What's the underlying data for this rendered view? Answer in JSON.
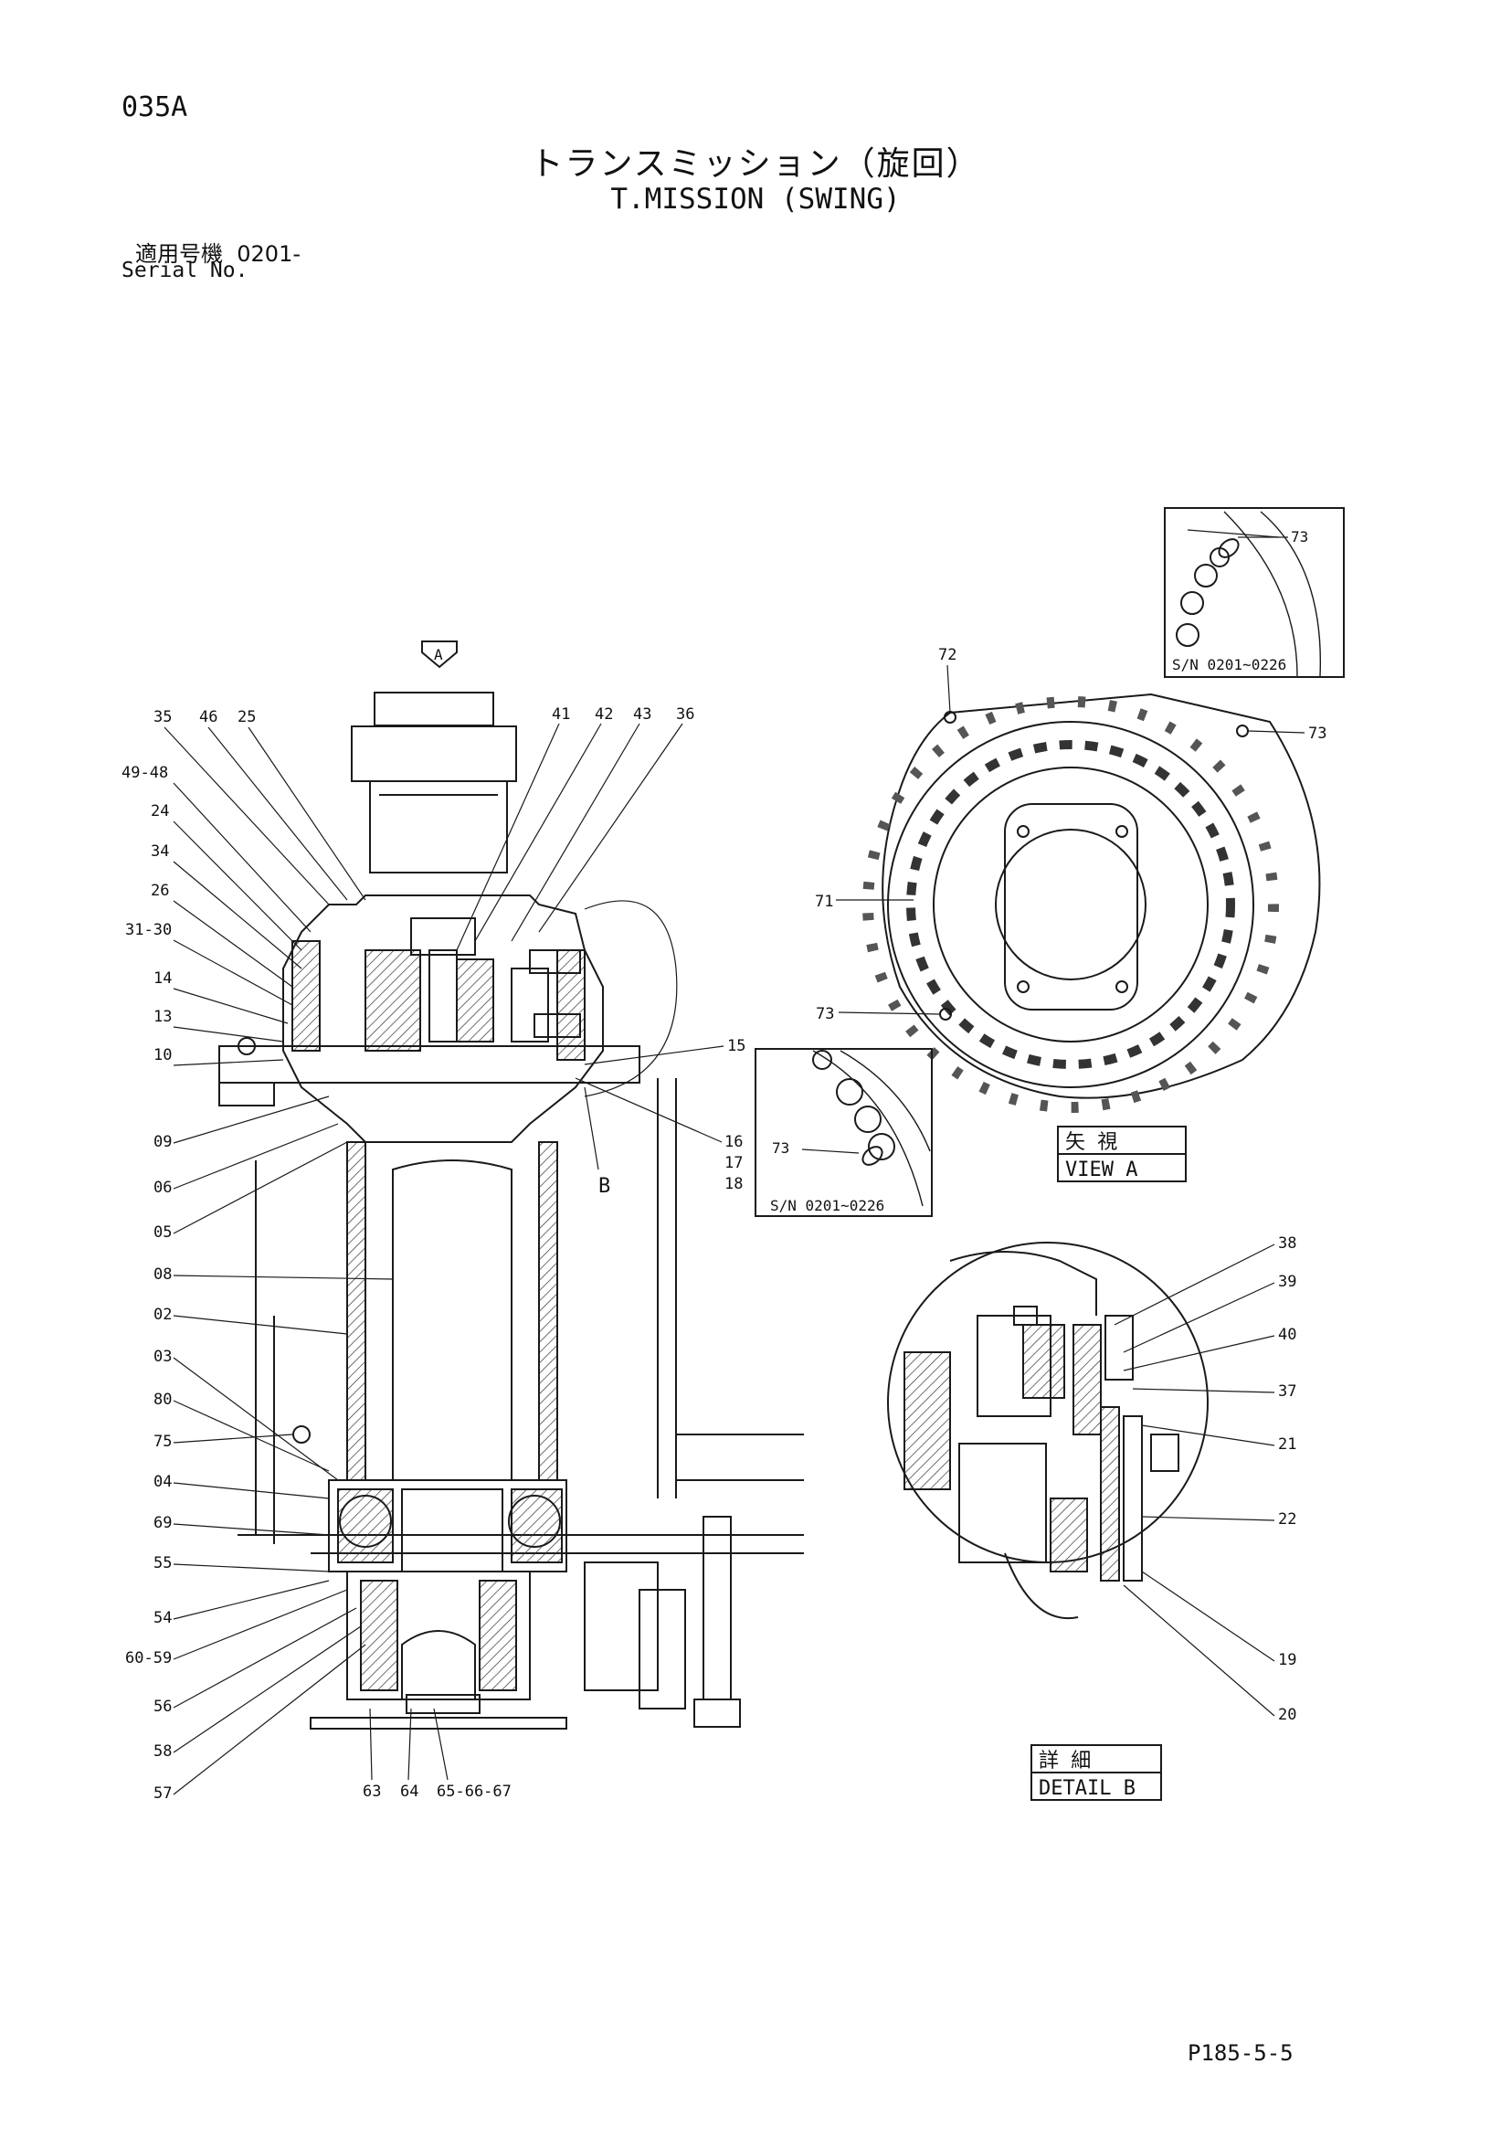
{
  "header": {
    "page_id": "035A",
    "title_jp": "トランスミッション（旋回）",
    "title_en": "T.MISSION (SWING)",
    "serial_label_jp": "適用号機",
    "serial_range": "0201-",
    "serial_label_en": "Serial No."
  },
  "view_a_ref": "A",
  "callouts_left": [
    "35",
    "46",
    "25",
    "49-48",
    "24",
    "34",
    "26",
    "31-30",
    "14",
    "13",
    "10",
    "09",
    "06",
    "05",
    "08",
    "02",
    "03",
    "80",
    "75",
    "04",
    "69",
    "55",
    "54",
    "60-59",
    "56",
    "58",
    "57"
  ],
  "callouts_top": [
    "41",
    "42",
    "43",
    "36"
  ],
  "callouts_bottom": [
    "63",
    "64",
    "65-66-67"
  ],
  "callouts_right": [
    "15",
    "16",
    "17",
    "18"
  ],
  "detail_b_marker": "B",
  "view_a": {
    "labels": [
      "72",
      "73",
      "71",
      "73"
    ],
    "caption_jp": "矢 視",
    "caption_en": "VIEW A"
  },
  "inset_top": {
    "label": "73",
    "serial": "S/N 0201~0226"
  },
  "inset_mid": {
    "label": "73",
    "serial": "S/N 0201~0226"
  },
  "detail_b": {
    "labels": [
      "38",
      "39",
      "40",
      "37",
      "21",
      "22",
      "19",
      "20"
    ],
    "caption_jp": "詳 細",
    "caption_en": "DETAIL B"
  },
  "footer": {
    "page_code": "P185-5-5"
  }
}
